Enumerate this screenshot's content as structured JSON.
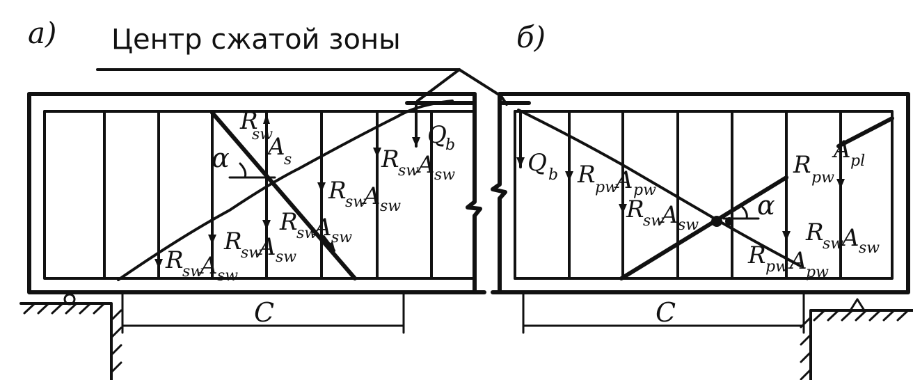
{
  "title": "Центр сжатой зоны",
  "panel_a": {
    "letter": "а)",
    "dim": "C",
    "force_labels": [
      {
        "main": "R",
        "sub": "sw",
        "main2": "A",
        "sub2": "sw"
      },
      {
        "main": "R",
        "sub": "sw",
        "main2": "A",
        "sub2": "sw"
      },
      {
        "main": "R",
        "sub": "sw",
        "main2": "A",
        "sub2": "sw"
      },
      {
        "main": "R",
        "sub": "sw",
        "main2": "A",
        "sub2": "sw"
      },
      {
        "main": "R",
        "sub": "sw",
        "main2": "A",
        "sub2": "sw"
      }
    ],
    "inclined": {
      "main": "R",
      "sub": "sw",
      "main2": "A",
      "sub2": "s"
    },
    "shear": {
      "main": "Q",
      "sub": "b"
    },
    "angle": "α"
  },
  "panel_b": {
    "letter": "б)",
    "dim": "C",
    "force_labels": [
      {
        "main": "R",
        "sub": "pw",
        "main2": "A",
        "sub2": "pw"
      },
      {
        "main": "R",
        "sub": "sw",
        "main2": "A",
        "sub2": "sw"
      },
      {
        "main": "R",
        "sub": "pw",
        "main2": "A",
        "sub2": "pw"
      },
      {
        "main": "R",
        "sub": "sw",
        "main2": "A",
        "sub2": "sw"
      },
      {
        "main": "R",
        "sub": "pw",
        "main2": "A",
        "sub2": "pl"
      }
    ],
    "shear": {
      "main": "Q",
      "sub": "b"
    },
    "angle": "α"
  }
}
